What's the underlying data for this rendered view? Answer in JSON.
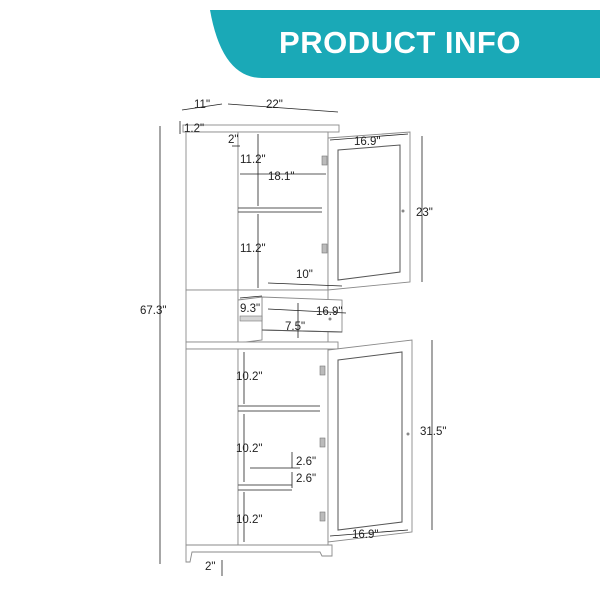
{
  "banner": {
    "title": "PRODUCT INFO",
    "color": "#1aa9b7"
  },
  "dimensions": {
    "depth": "11\"",
    "width": "22\"",
    "top_thickness": "1.2\"",
    "side_inset": "2\"",
    "upper_shelf_1": "11.2\"",
    "inner_width": "18.1\"",
    "upper_shelf_2": "11.2\"",
    "drawer_depth": "10\"",
    "drawer_front_height": "9.3\"",
    "drawer_width": "16.9\"",
    "drawer_height": "7.5\"",
    "upper_door_width": "16.9\"",
    "upper_door_height": "23\"",
    "total_height": "67.3\"",
    "lower_shelf_1": "10.2\"",
    "lower_shelf_2": "10.2\"",
    "lower_shelf_3": "10.2\"",
    "adjust_1": "2.6\"",
    "adjust_2": "2.6\"",
    "lower_door_height": "31.5\"",
    "lower_door_width": "16.9\"",
    "base_height": "2\""
  }
}
